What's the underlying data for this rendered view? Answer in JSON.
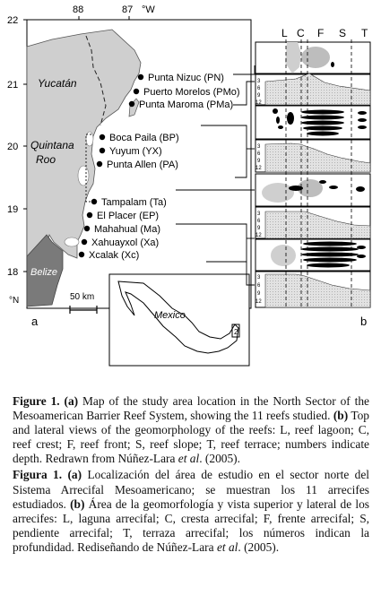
{
  "map": {
    "lon_labels": [
      "88",
      "87"
    ],
    "lon_unit": "°W",
    "lat_labels": [
      "22",
      "21",
      "20",
      "19",
      "18"
    ],
    "lat_unit": "°N",
    "regions": {
      "yucatan": "Yucatán",
      "quintana": "Quintana",
      "roo": "Roo",
      "belize": "Belize"
    },
    "scale_label": "50 km",
    "inset_label": "Mexico",
    "inset_number": "2",
    "panel_label": "a"
  },
  "reefs": [
    "Punta Nizuc (PN)",
    "Puerto Morelos (PMo)",
    "Punta Maroma (PMa)",
    "Boca Paila (BP)",
    "Yuyum (YX)",
    "Punta Allen (PA)",
    "Tampalam (Ta)",
    "El Placer (EP)",
    "Mahahual (Ma)",
    "Xahuayxol (Xa)",
    "Xcalak (Xc)"
  ],
  "profiles": {
    "zone_labels": [
      "L",
      "C",
      "F",
      "S",
      "T"
    ],
    "depth_ticks": [
      "3",
      "6",
      "9",
      "12"
    ],
    "panel_label": "b"
  },
  "caption": {
    "en_fig": "Figure 1.",
    "en_a": "(a)",
    "en_text1": " Map of the study area location in the North Sector of the Mesoamerican Barrier Reef System, showing  the 11 reefs studied. ",
    "en_b": "(b)",
    "en_text2": " Top and lateral views of the geomorphology of the reefs: L, reef lagoon; C, reef crest; F, reef front; S, reef slope; T, reef terrace; numbers indicate depth. Redrawn from Núñez-Lara ",
    "en_etal": "et al",
    "en_text3": ". (2005).",
    "es_fig": "Figura 1.",
    "es_a": "(a)",
    "es_text1": " Localización del área de estudio en el sector norte del Sistema Arrecifal Mesoamericano; se muestran los 11 arrecifes estudiados. ",
    "es_b": "(b)",
    "es_text2": " Área de la geomorfología y vista superior y lateral de los arrecifes: L, laguna arrecifal; C, cresta arrecifal; F, frente arrecifal; S, pendiente arrecifal; T, terraza arrecifal; los números indican la profundidad. Rediseñando de Núñez-Lara ",
    "es_etal": "et al",
    "es_text3": ". (2005)."
  }
}
